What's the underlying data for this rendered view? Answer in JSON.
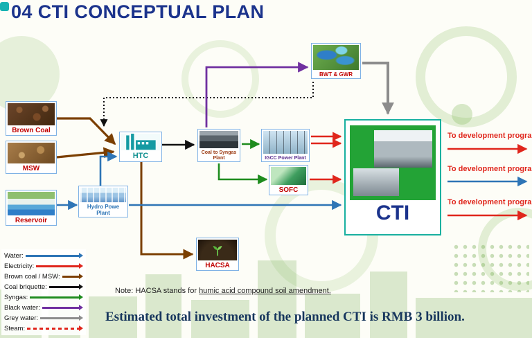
{
  "title": "04 CTI CONCEPTUAL PLAN",
  "nodes": {
    "brown_coal": {
      "label": "Brown Coal"
    },
    "msw": {
      "label": "MSW"
    },
    "reservoir": {
      "label": "Reservoir"
    },
    "htc": {
      "label": "HTC"
    },
    "coal_to_syngas": {
      "label": "Coal to Syngas Plant"
    },
    "igcc": {
      "label": "IGCC Power Plant"
    },
    "sofc": {
      "label": "SOFC"
    },
    "bwt_gwr": {
      "label": "BWT & GWR"
    },
    "hydro": {
      "label": "Hydro Powe Plant"
    },
    "hacsa": {
      "label": "HACSA"
    },
    "cti": {
      "label": "CTI"
    }
  },
  "outputs": [
    {
      "label": "To development programs",
      "color": "#e0261c"
    },
    {
      "label": "To development programs",
      "color": "#e0261c"
    },
    {
      "label": "To development programs",
      "color": "#e0261c"
    }
  ],
  "legend": {
    "items": [
      {
        "label": "Water:",
        "color": "#2e75b6",
        "style": "solid"
      },
      {
        "label": "Electricity:",
        "color": "#e0261c",
        "style": "solid"
      },
      {
        "label": "Brown coal / MSW:",
        "color": "#7b3f00",
        "style": "solid"
      },
      {
        "label": "Coal briquette:",
        "color": "#111111",
        "style": "solid"
      },
      {
        "label": "Syngas:",
        "color": "#1e8c1e",
        "style": "solid"
      },
      {
        "label": "Black water:",
        "color": "#7030a0",
        "style": "solid"
      },
      {
        "label": "Grey water:",
        "color": "#8c8c8c",
        "style": "solid"
      },
      {
        "label": "Steam:",
        "color": "#e0261c",
        "style": "dashed"
      }
    ]
  },
  "note": {
    "prefix": "Note: HACSA stands for ",
    "underlined": "humic acid compound soil amendment."
  },
  "footer": {
    "text": "Estimated total investment of the planned CTI  is RMB 3 billion."
  }
}
